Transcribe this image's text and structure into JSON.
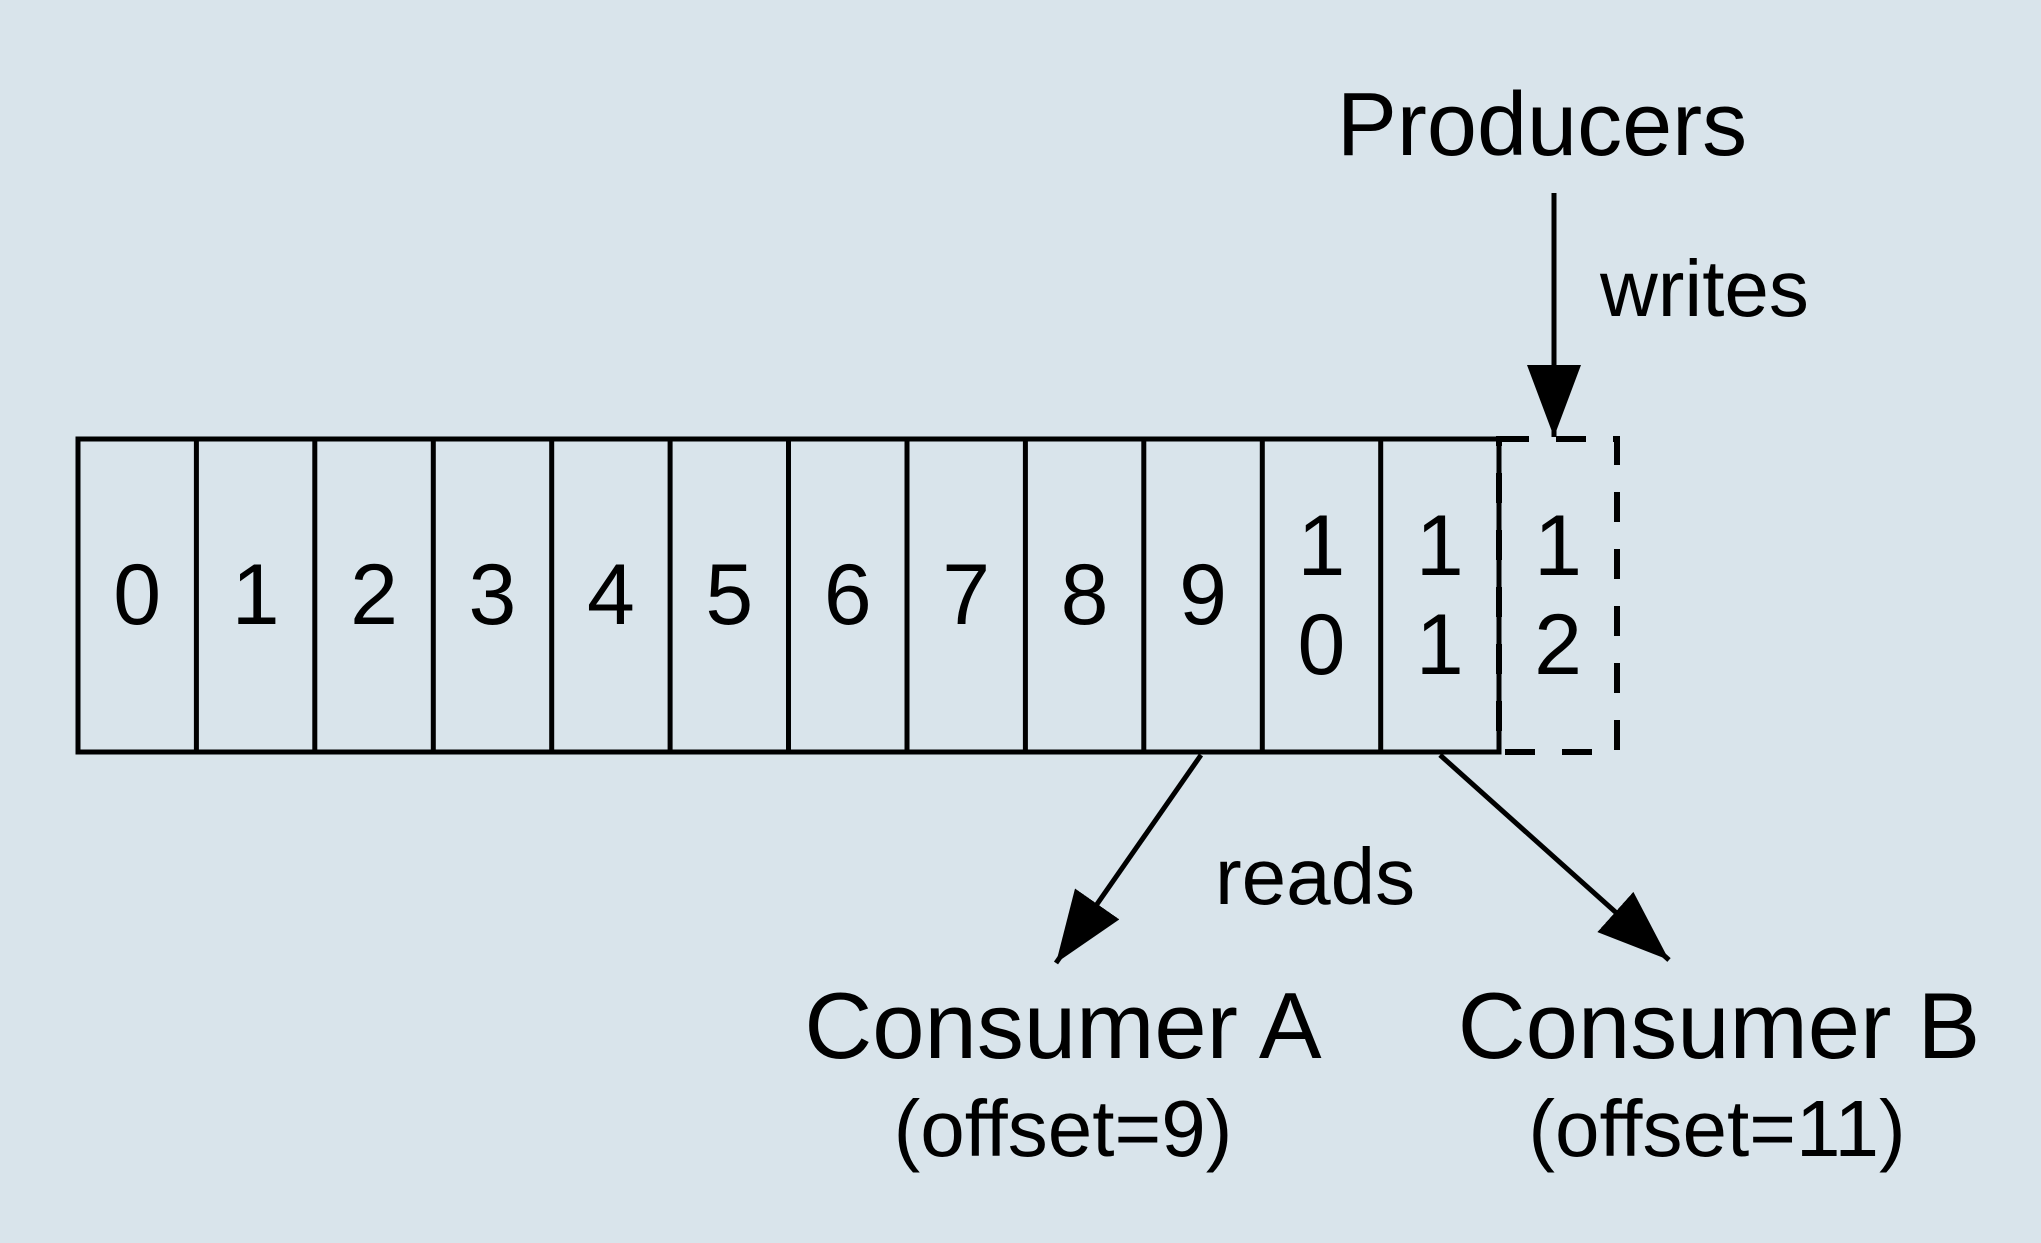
{
  "diagram": {
    "title_meaning": "partitioned log with producers writing and consumers reading at offsets",
    "producers_label": "Producers",
    "writes_label": "writes",
    "reads_label": "reads",
    "cells": [
      "0",
      "1",
      "2",
      "3",
      "4",
      "5",
      "6",
      "7",
      "8",
      "9",
      "1\n0",
      "1\n1"
    ],
    "next_cell": "1\n2",
    "consumer_a": {
      "name": "Consumer A",
      "offset": "(offset=9)"
    },
    "consumer_b": {
      "name": "Consumer B",
      "offset": "(offset=11)"
    },
    "colors": {
      "background": "#d9e4eb",
      "stroke": "#000000"
    }
  }
}
